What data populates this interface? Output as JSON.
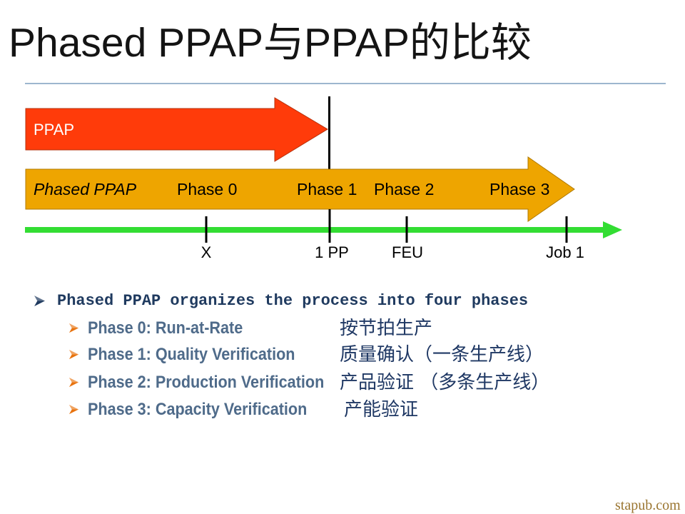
{
  "title": "Phased PPAP与PPAP的比较",
  "diagram": {
    "ppap": {
      "label": "PPAP",
      "color": "#FF3B0A"
    },
    "phased_ppap": {
      "label": "Phased PPAP",
      "color": "#EEA500",
      "phases": [
        "Phase 0",
        "Phase 1",
        "Phase 2",
        "Phase 3"
      ]
    },
    "timeline": {
      "color": "#33DD33",
      "milestones": [
        "X",
        "1 PP",
        "FEU",
        "Job 1"
      ]
    }
  },
  "bullets": {
    "main": {
      "icon": "arrow-bullet-icon",
      "color": "#1F3A5F",
      "text": "Phased PPAP organizes the process into four phases"
    },
    "sub_icon": "arrow-bullet-icon",
    "sub_icon_color": "#E8730F",
    "items": [
      {
        "text": "Phase 0: Run-at-Rate",
        "zh": "按节拍生产"
      },
      {
        "text": "Phase 1: Quality Verification",
        "zh": "质量确认（一条生产线）"
      },
      {
        "text": "Phase 2: Production Verification",
        "zh": "产品验证 （多条生产线）"
      },
      {
        "text": "Phase 3: Capacity Verification",
        "zh": "产能验证"
      }
    ]
  },
  "watermark": "stapub.com"
}
